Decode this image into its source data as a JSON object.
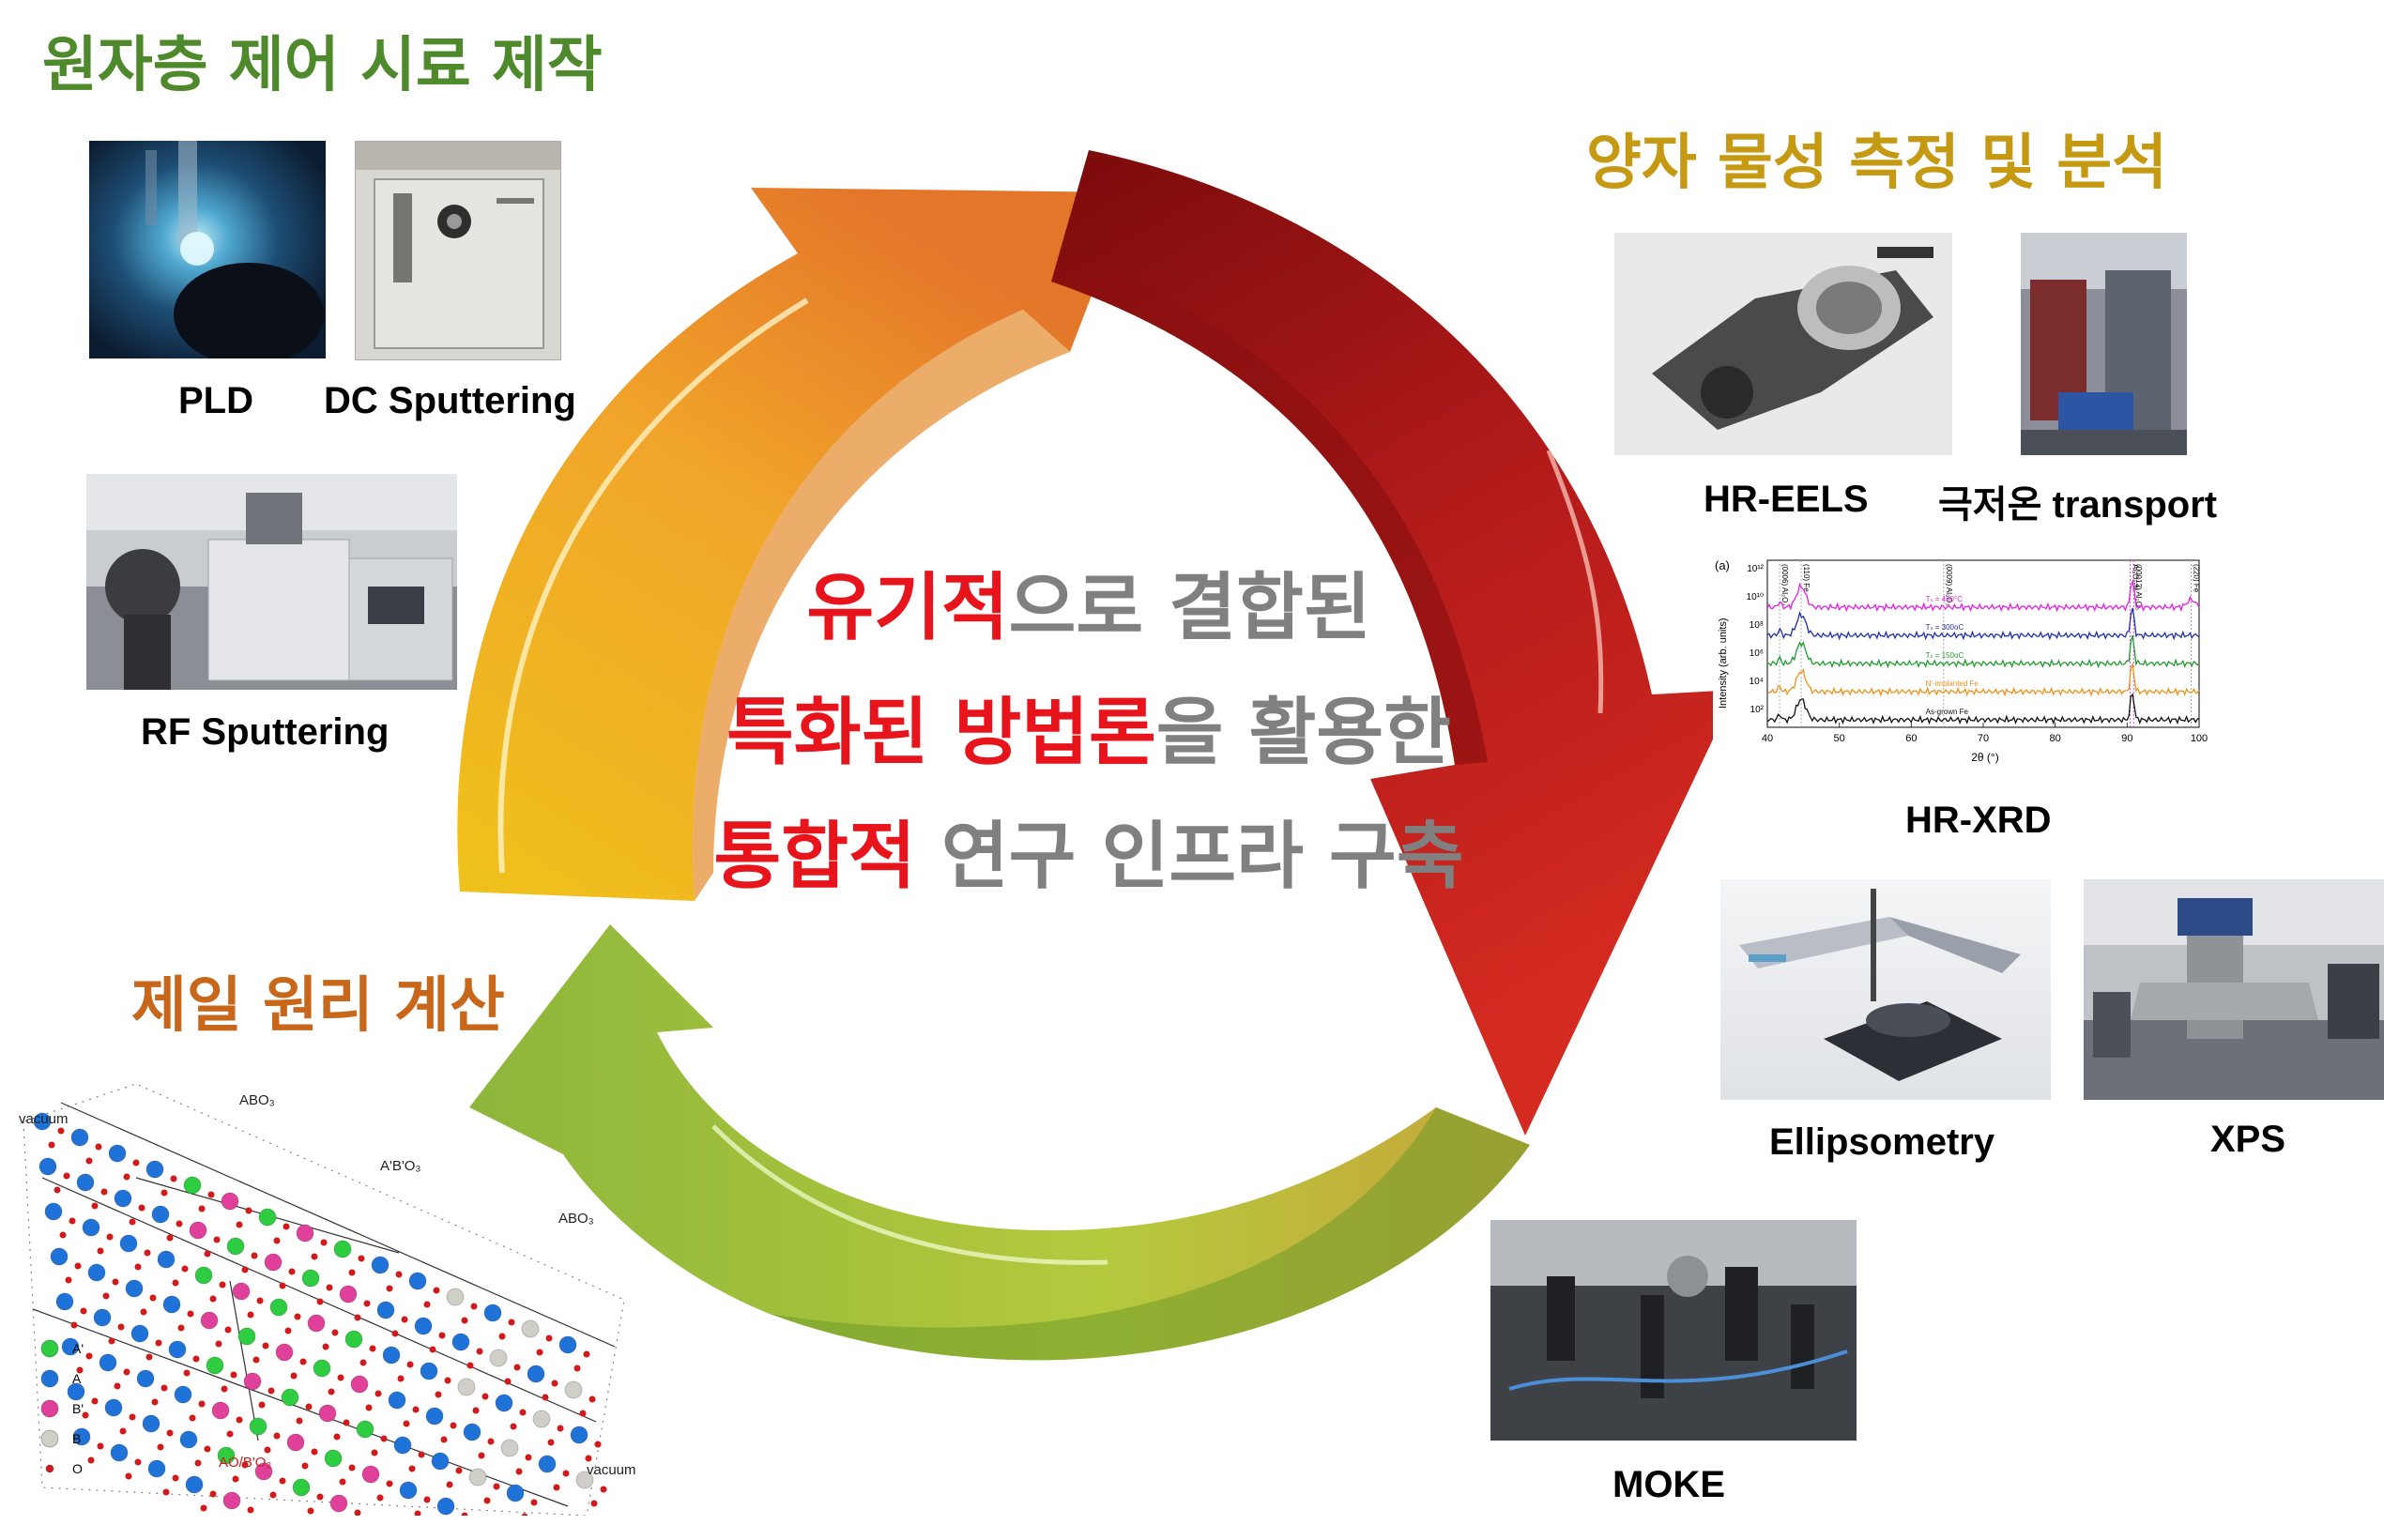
{
  "headings": {
    "fabrication": "원자층 제어 시료 제작",
    "measurement": "양자 물성 측정 및 분석",
    "calculation": "제일 원리 계산"
  },
  "center": {
    "line1_red": "유기적",
    "line1_rest": "으로 결합된",
    "line2_red": "특화된 방법론",
    "line2_rest": "을 활용한",
    "line3_red": "통합적",
    "line3_rest": " 연구 인프라 구축"
  },
  "captions": {
    "pld": "PLD",
    "dc": "DC Sputtering",
    "rf": "RF Sputtering",
    "eels": "HR-EELS",
    "transport": "극저온 transport",
    "xrd": "HR-XRD",
    "ellipsometry": "Ellipsometry",
    "xps": "XPS",
    "moke": "MOKE"
  },
  "xrd_plot": {
    "panel": "(a)",
    "ylabel": "Intensity (arb. units)",
    "xlabel": "2θ (°)",
    "xticks": [
      "40",
      "50",
      "60",
      "70",
      "80",
      "90",
      "100"
    ],
    "yticks": [
      "10¹²",
      "10¹⁰",
      "10⁸",
      "10⁶",
      "10⁴",
      "10²"
    ],
    "peaks": [
      "(0006) Al₂O₃",
      "(110) Fe",
      "(0009) Al₂O₃",
      "Al₂O₃-N",
      "(00012) Al₂O₃",
      "(220) Fe"
    ],
    "series": [
      {
        "name": "Tₛ = 450°C",
        "color": "#e61ee6"
      },
      {
        "name": "Tₛ = 300oC",
        "color": "#1f2fb0"
      },
      {
        "name": "Tₛ = 150oC",
        "color": "#1e9e2e"
      },
      {
        "name": "N'-implanted Fe",
        "color": "#f0901a"
      },
      {
        "name": "As-grown Fe",
        "color": "#111111"
      }
    ]
  },
  "crystal": {
    "labels": [
      "vacuum",
      "ABO₃",
      "A'B'O₃",
      "ABO₃",
      "vacuum",
      "AO/B'O₂"
    ],
    "legend": [
      {
        "label": "A'",
        "color": "#2ecc40"
      },
      {
        "label": "A",
        "color": "#1f73d8"
      },
      {
        "label": "B'",
        "color": "#e0409a"
      },
      {
        "label": "B",
        "color": "#cfcfc8"
      },
      {
        "label": "O",
        "color": "#d11a1a"
      }
    ]
  },
  "colors": {
    "green_heading": "#4e8a2b",
    "gold_heading": "#c59a12",
    "orange_heading": "#c8661a",
    "center_red": "#e8141b",
    "center_grey": "#808080"
  }
}
